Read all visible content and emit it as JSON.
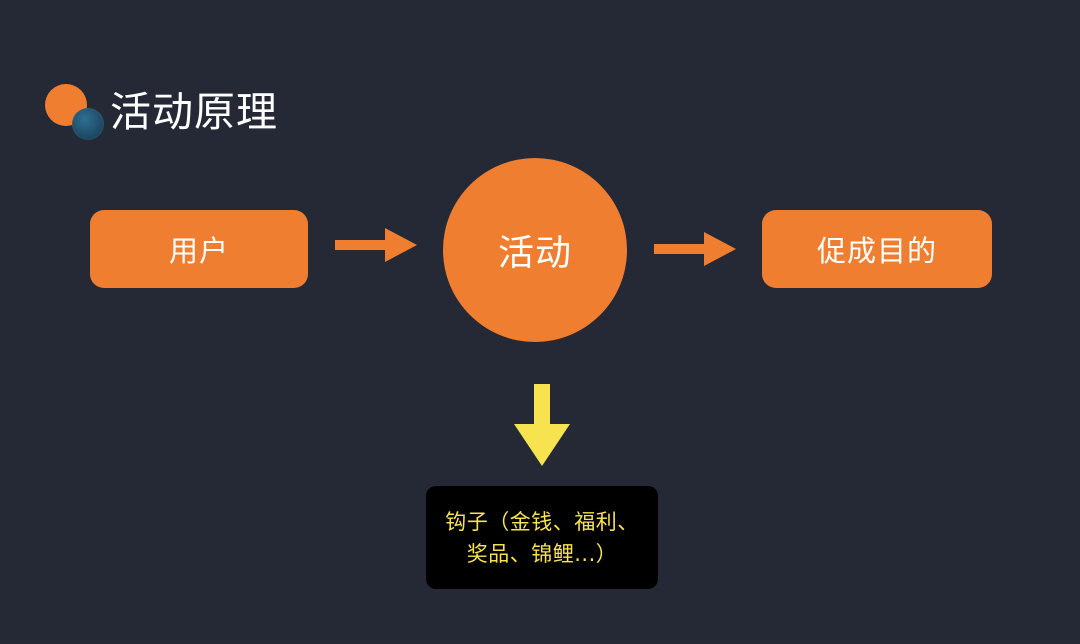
{
  "title": "活动原理",
  "colors": {
    "background": "#252935",
    "accent_orange": "#f07e31",
    "accent_blue": "#1f4c67",
    "hook_text": "#f7e24f",
    "hook_box": "#000000",
    "arrow_down": "#f7e24f"
  },
  "icons": {
    "title_logo": "overlapping-circles-icon",
    "flow_arrow": "arrow-right-icon",
    "down_arrow": "arrow-down-icon"
  },
  "flow": {
    "user_label": "用户",
    "activity_label": "活动",
    "goal_label": "促成目的"
  },
  "hook": {
    "line1": "钩子（金钱、福利、",
    "line2": "奖品、锦鲤...）"
  }
}
